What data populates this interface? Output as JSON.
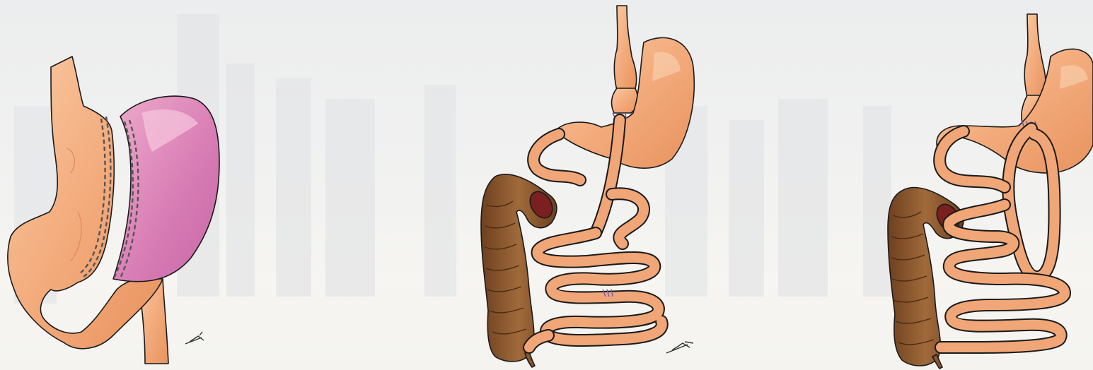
{
  "figure": {
    "panels": [
      {
        "id": "sleeve-gastrectomy",
        "signature": ""
      },
      {
        "id": "roux-en-y-gastric-bypass",
        "signature": ""
      },
      {
        "id": "mini-gastric-bypass",
        "signature": ""
      }
    ]
  },
  "colors": {
    "background": "#eeeeee",
    "stomach_tissue": "#f2a878",
    "stomach_highlight": "#f8c9a0",
    "intestine": "#f0a677",
    "resected_stomach": "#d77bb4",
    "colon": "#8a5630",
    "colon_dark": "#5a3318",
    "lumen": "#7a2020",
    "staple_line": "#555555",
    "suture": "#6a5bb0",
    "outline": "#1a1a1a"
  }
}
